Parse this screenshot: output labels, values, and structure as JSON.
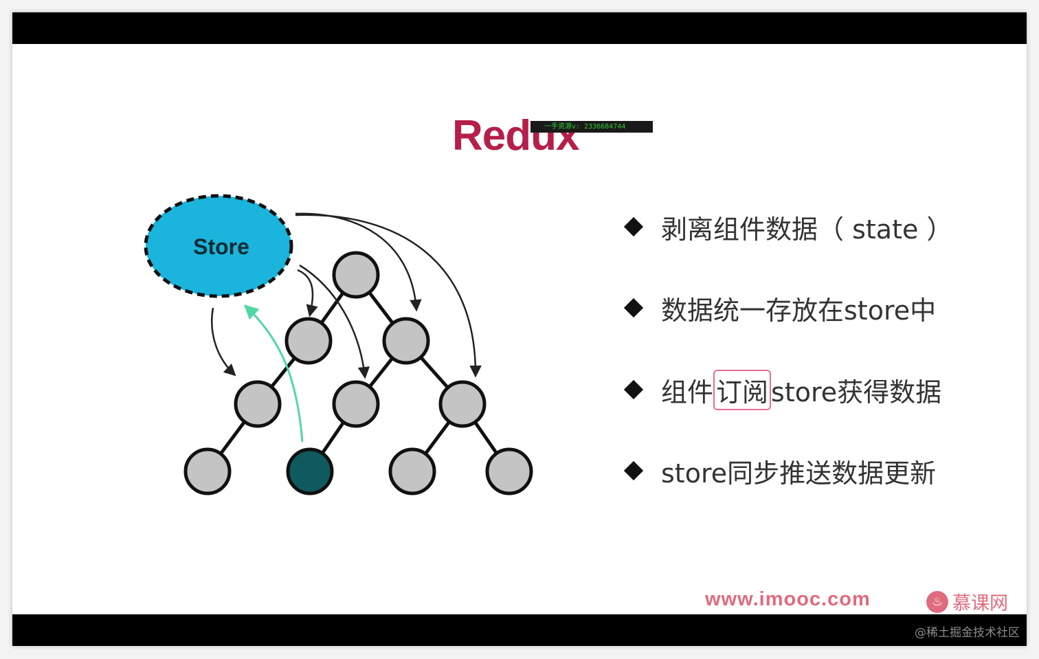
{
  "slide": {
    "title": "Redux",
    "overlay_text": "一手资源v: 2336684744",
    "store_label": "Store",
    "bullets": [
      {
        "pre": "剥离组件数据（ state ）",
        "hl": "",
        "post": ""
      },
      {
        "pre": "数据统一存放在store中",
        "hl": "",
        "post": ""
      },
      {
        "pre": "组件",
        "hl": "订阅",
        "post": "store获得数据"
      },
      {
        "pre": "store同步推送数据更新",
        "hl": "",
        "post": ""
      }
    ],
    "site": "www.imooc.com",
    "logo_text": "慕课网",
    "logo_glyph": "♨",
    "credit": "@稀土掘金技术社区"
  },
  "colors": {
    "title": "#b51f4a",
    "store_fill": "#1ab4dc",
    "node_fill": "#c4c4c4",
    "active_node": "#0f5a5e",
    "green_arrow": "#4fd7a4",
    "brand_pink": "#e06b7e"
  }
}
